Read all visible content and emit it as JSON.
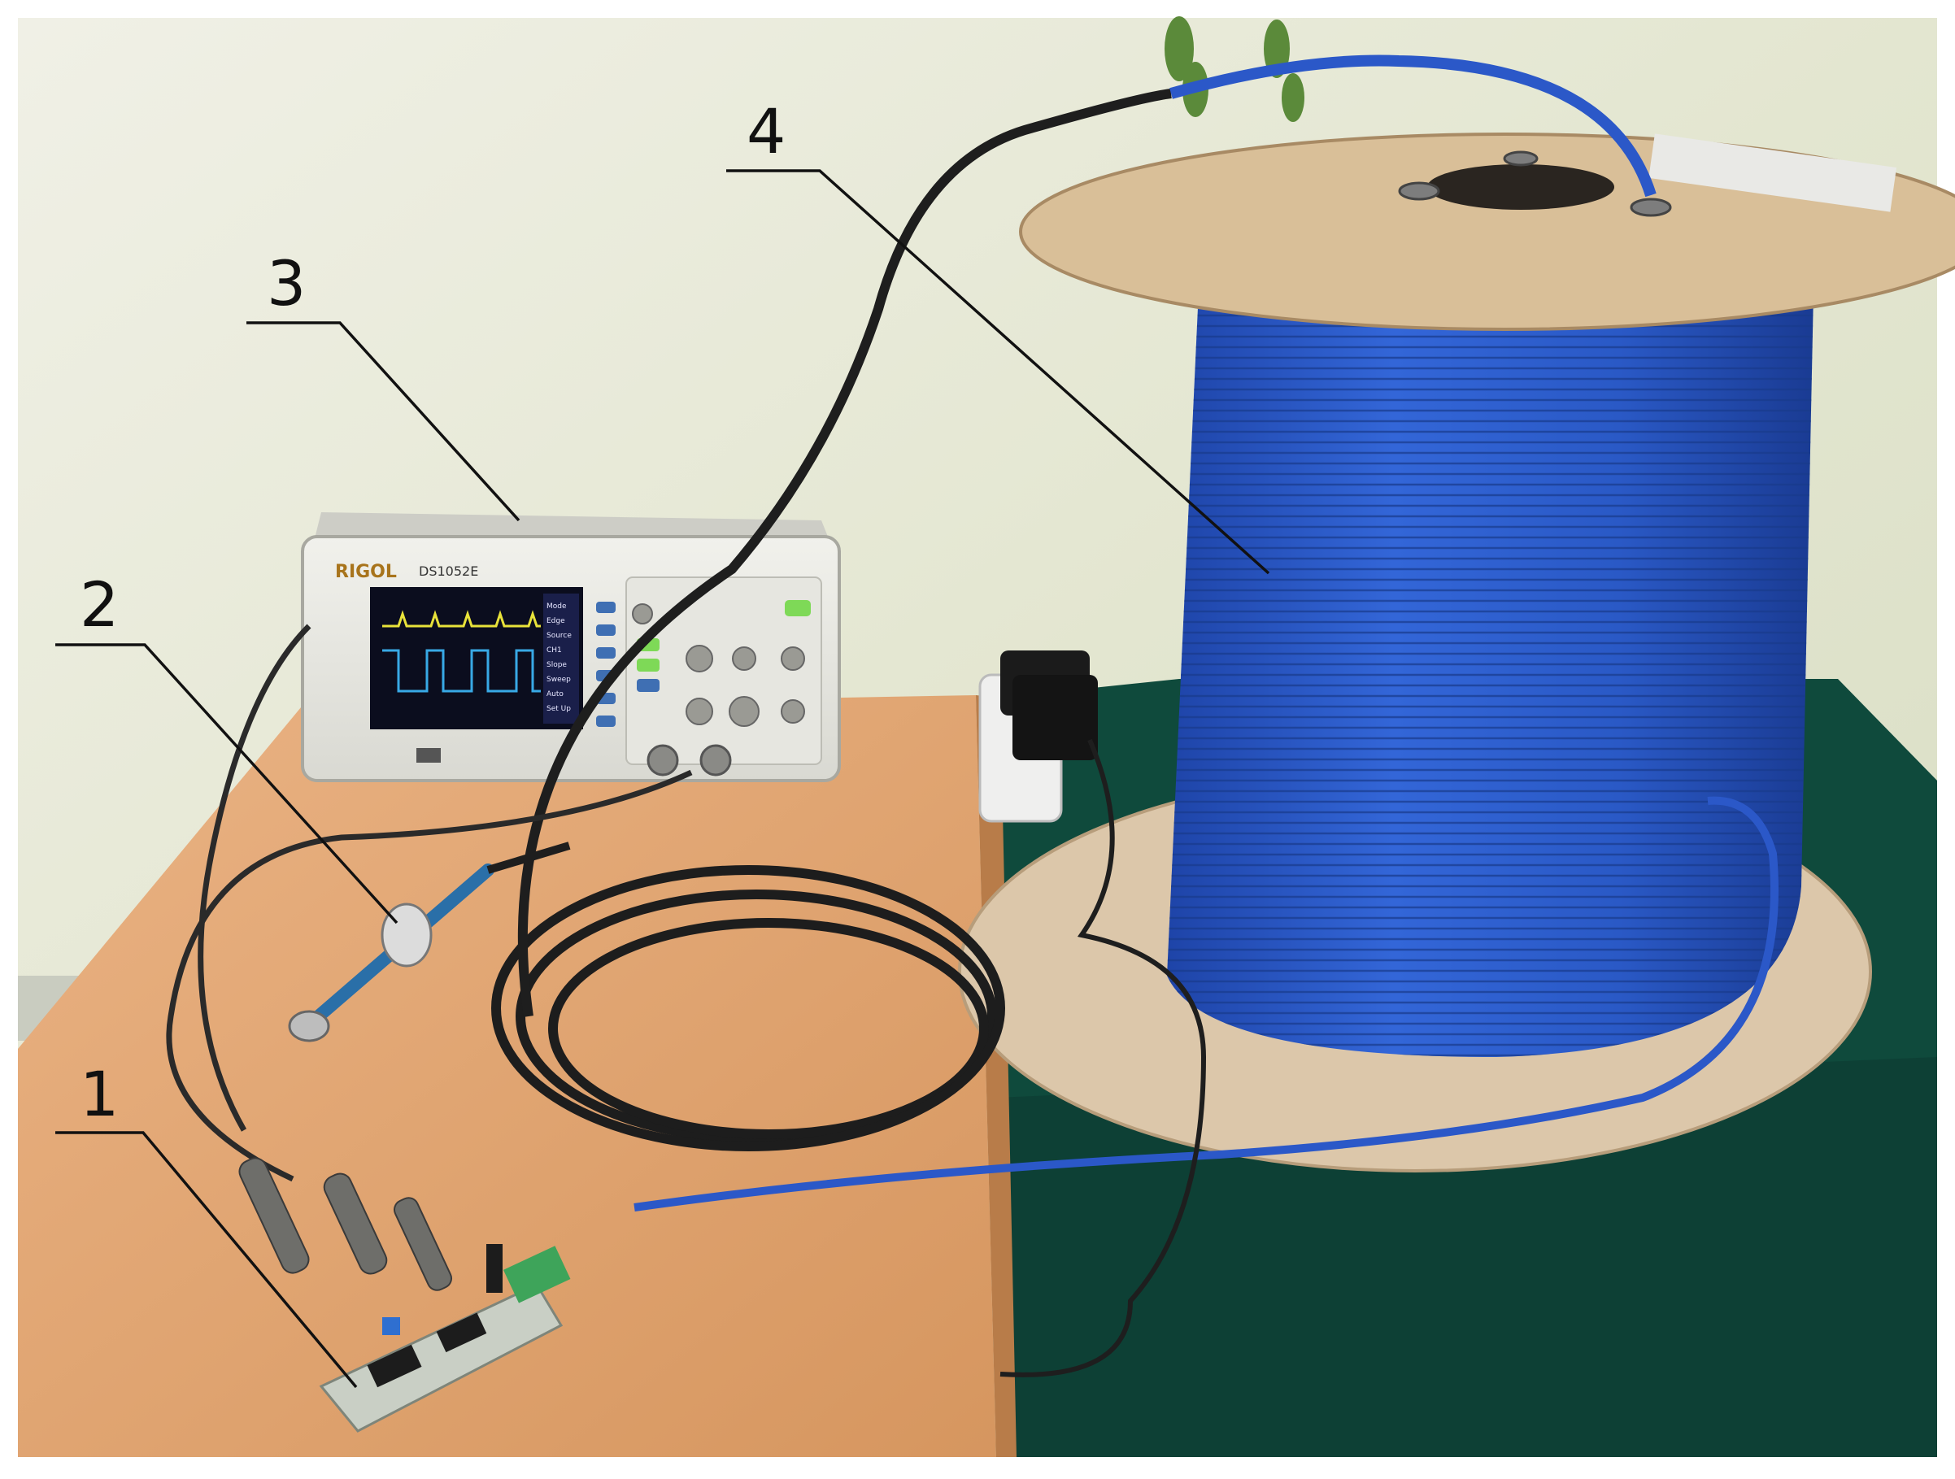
{
  "callouts": [
    {
      "id": "1",
      "label": "1"
    },
    {
      "id": "2",
      "label": "2"
    },
    {
      "id": "3",
      "label": "3"
    },
    {
      "id": "4",
      "label": "4"
    }
  ],
  "oscilloscope": {
    "brand": "RIGOL",
    "model": "DS1052E",
    "menu": [
      "Mode",
      "Edge",
      "Source",
      "CH1",
      "Slope",
      "Sweep",
      "Auto",
      "Set Up"
    ]
  },
  "colors": {
    "wall": "#e4e6d2",
    "table": "#e2a776",
    "cable_blue": "#2b58c8",
    "cloth_green": "#0f4a3c",
    "plywood": "#d9c3a6"
  }
}
